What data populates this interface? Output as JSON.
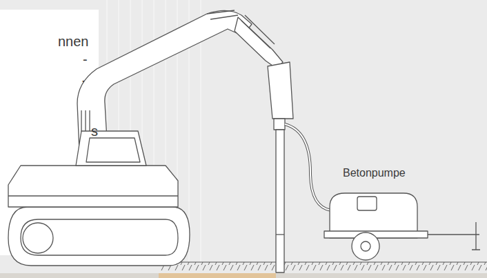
{
  "diagram": {
    "labels": [
      "nnen",
      "-",
      ".",
      "s",
      "Betonpumpe"
    ]
  }
}
